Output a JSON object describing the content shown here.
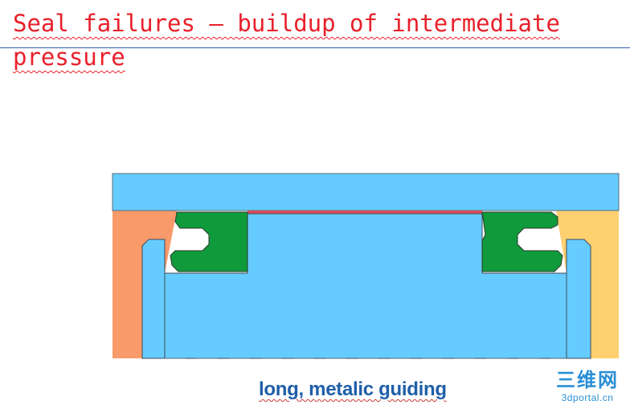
{
  "slide": {
    "title": "Seal failures – buildup of intermediate pressure",
    "caption": "long, metalic guiding"
  },
  "watermark": {
    "main": "三维网",
    "sub": "3dportal.cn"
  },
  "colors": {
    "title": "#e8202a",
    "rule": "#2e5fb3",
    "piston": "#66ccff",
    "seal": "#0f9a3c",
    "left_body": "#f99a6a",
    "right_body": "#fdd070",
    "pressure_gap": "#e04a5a",
    "caption": "#1f5fa8"
  }
}
